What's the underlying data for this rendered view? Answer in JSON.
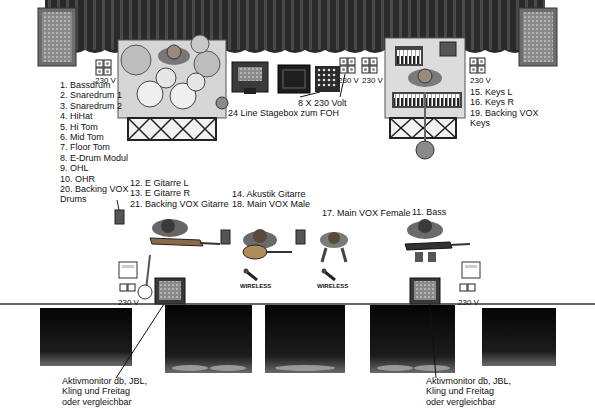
{
  "diagram": {
    "labels": [
      "230 V",
      "230 V",
      "230 V",
      "230 V",
      "1. Bassdrum",
      "2. Snaredrum 1",
      "3. Snaredrum 2",
      "4. HiHat",
      "5. Hi Tom",
      "6. Mid Tom",
      "7. Floor Tom",
      "8. E-Drum Modul",
      "9. OHL",
      "10. OHR",
      "20. Backing VOX Drums",
      "8 X 230 Volt",
      "24 Line Stagebox zum FOH",
      "15. Keys L",
      "16. Keys R",
      "19. Backing VOX Keys",
      "12. E Gitarre L",
      "13. E Gitarre R",
      "14. Akustik Gitarre",
      "17. Main VOX Female",
      "21. Backing VOX Gitarre",
      "18. Main VOX Male",
      "11. Bass",
      "WIRELESS",
      "WIRELESS",
      "230 V",
      "230 V",
      "Aktivmonitor db, JBL, Kling und Freitag oder vergleichbar",
      "Aktivmonitor db, JBL, Kling und Freitag oder vergleichbar"
    ]
  }
}
